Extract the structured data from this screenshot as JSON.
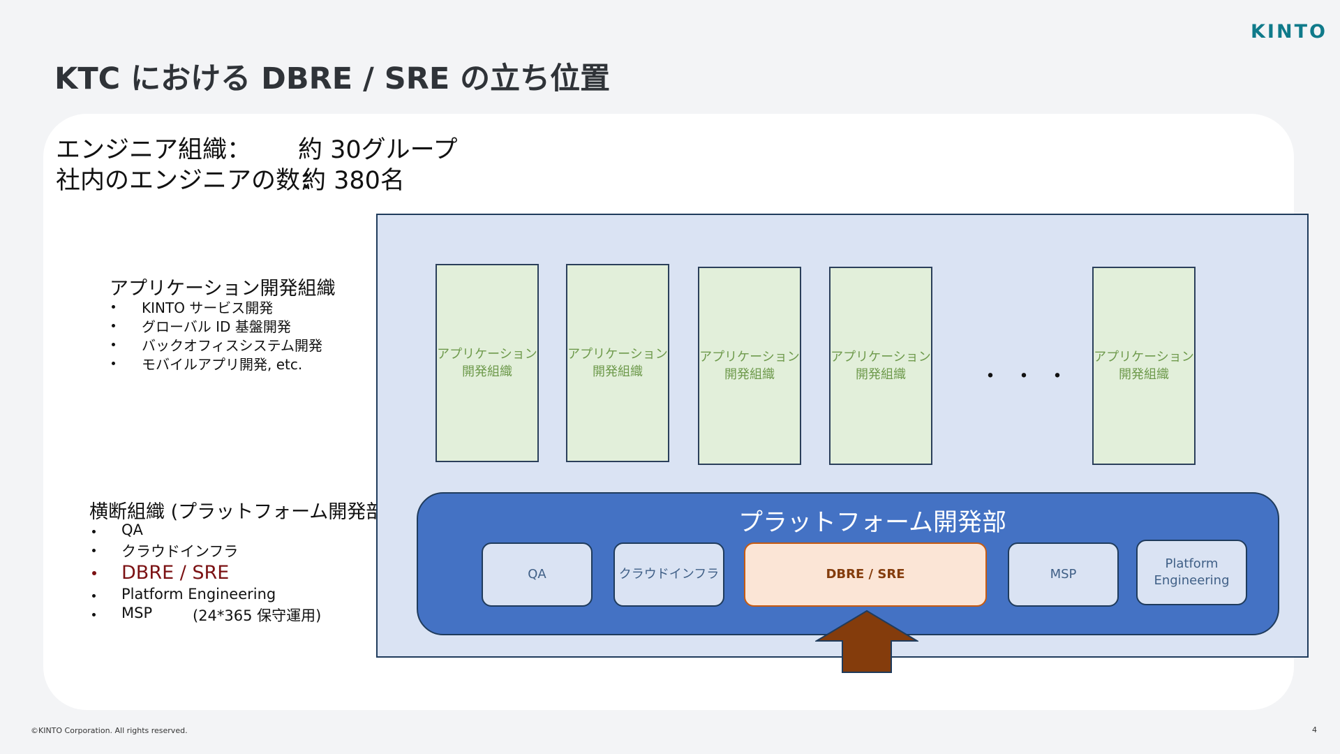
{
  "header": {
    "title": "KTC における DBRE / SRE の立ち位置",
    "logo": "KINTO"
  },
  "stats": [
    {
      "label": "エンジニア組織：",
      "value": "約 30グループ"
    },
    {
      "label": "社内のエンジニアの数：",
      "value": "約 380名"
    }
  ],
  "app_section": {
    "title": "アプリケーション開発組織",
    "items": [
      "KINTO サービス開発",
      "グローバル ID 基盤開発",
      "バックオフィスシステム開発",
      "モバイルアプリ開発, etc."
    ]
  },
  "cross_section": {
    "title": "横断組織 (プラットフォーム開発部)",
    "items": [
      {
        "text": "QA"
      },
      {
        "text": "クラウドインフラ"
      },
      {
        "text": "DBRE / SRE",
        "highlight": true
      },
      {
        "text": "Platform Engineering"
      },
      {
        "text": "MSP",
        "note": "(24*365 保守運用)"
      }
    ]
  },
  "diagram": {
    "app_box_label_line1": "アプリケーション",
    "app_box_label_line2": "開発組織",
    "ellipsis": "・・・",
    "platform_title": "プラットフォーム開発部",
    "teams": [
      "QA",
      "クラウドインフラ",
      "DBRE / SRE",
      "MSP",
      "Platform Engineering"
    ],
    "colors": {
      "outer_fill": "#dae3f3",
      "app_fill": "#e2efda",
      "platform_fill": "#4472c4",
      "highlight_fill": "#fbe5d6",
      "arrow_fill": "#843c0c"
    }
  },
  "footer": {
    "copyright": "©KINTO Corporation. All rights reserved.",
    "page_number": "4"
  }
}
